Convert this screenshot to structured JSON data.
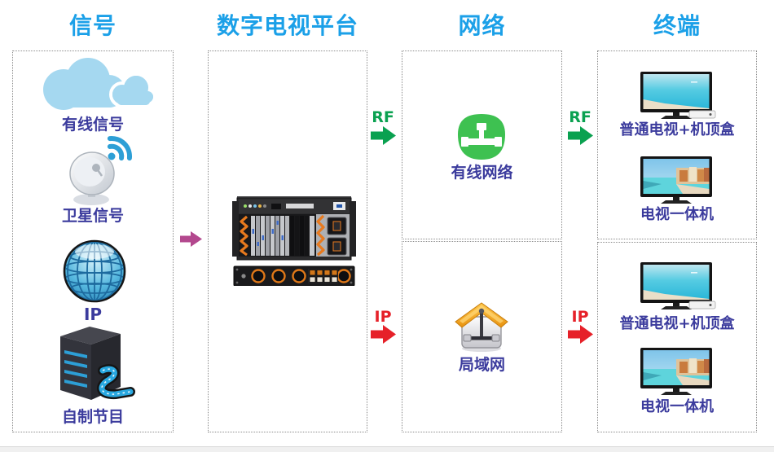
{
  "headers": {
    "signal": "信号",
    "platform": "数字电视平台",
    "network": "网络",
    "terminal": "终端"
  },
  "signal": {
    "items": [
      {
        "icon": "cloud-icon",
        "label": "有线信号"
      },
      {
        "icon": "satellite-dish-icon",
        "label": "卫星信号"
      },
      {
        "icon": "globe-icon",
        "label": "IP"
      },
      {
        "icon": "server-icon",
        "label": "自制节目"
      }
    ]
  },
  "platform": {
    "icon": "headend-rack-icon"
  },
  "network": {
    "cable": {
      "icon": "green-hub-icon",
      "label": "有线网络"
    },
    "lan": {
      "icon": "lan-house-icon",
      "label": "局域网"
    }
  },
  "terminal": {
    "rf_group": [
      {
        "icon": "tv-with-stb-icon",
        "label": "普通电视+机顶盒"
      },
      {
        "icon": "tv-icon",
        "label": "电视一体机"
      }
    ],
    "ip_group": [
      {
        "icon": "tv-with-stb-icon",
        "label": "普通电视+机顶盒"
      },
      {
        "icon": "tv-icon",
        "label": "电视一体机"
      }
    ]
  },
  "arrows": {
    "source_to_platform": {
      "label": "",
      "color": "#B3488E"
    },
    "platform_to_cable": {
      "label": "RF",
      "color": "#0AA150"
    },
    "cable_to_terminal": {
      "label": "RF",
      "color": "#0AA150"
    },
    "platform_to_lan": {
      "label": "IP",
      "color": "#E62129"
    },
    "lan_to_terminal": {
      "label": "IP",
      "color": "#E62129"
    }
  },
  "colors": {
    "header_blue": "#1BA0E8",
    "label_purple": "#3B3B9D",
    "rf_green": "#0AA150",
    "ip_red": "#E62129",
    "arrow_magenta": "#B3488E",
    "box_border": "#8C8C8C"
  }
}
